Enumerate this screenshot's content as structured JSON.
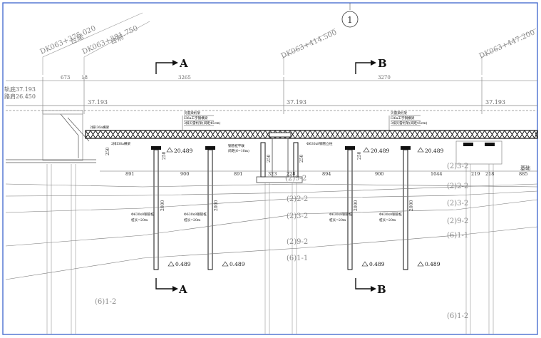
{
  "title_marker": "1",
  "stations": [
    {
      "text": "DK063+375.020"
    },
    {
      "text": "台尾"
    },
    {
      "text": "DK063+381.750"
    },
    {
      "text": "台前"
    },
    {
      "text": "DK063+414.500"
    },
    {
      "text": "DK063+447.200"
    }
  ],
  "sections": {
    "a": "A",
    "b": "B"
  },
  "top_dims": [
    "673",
    "18",
    "3265",
    "3270"
  ],
  "level_labels": {
    "rail_top": "轨底37.193",
    "design": "路肩26.450"
  },
  "elevations": {
    "e1": "37.193",
    "e2": "37.193",
    "e3": "37.193"
  },
  "pile_top_levels": [
    "20.489",
    "20.489",
    "20.489"
  ],
  "pile_bottom_levels": [
    "0.489",
    "0.489",
    "0.489",
    "0.489"
  ],
  "span_dims": [
    "891",
    "900",
    "891",
    "323",
    "228",
    "894",
    "900",
    "1044",
    "219",
    "218",
    "885"
  ],
  "pile_lengths": [
    "2000",
    "2000",
    "2000",
    "2000"
  ],
  "small_dims": [
    "250",
    "250",
    "250",
    "250",
    "250"
  ],
  "deck_notes": [
    {
      "l1": "贝雷梁桁架",
      "l2": "I36a工字钢横梁",
      "l3": "3排贝雷桁架(间距45cm)"
    },
    {
      "l1": "贝雷梁桁架",
      "l2": "I36a工字钢横梁",
      "l3": "3排贝雷桁架(间距45cm)"
    }
  ],
  "pile_notes": [
    {
      "l1": "Φ630x8钢管桩",
      "l2": "桩长=20m"
    },
    {
      "l1": "Φ630x8钢管桩",
      "l2": "桩长=20m"
    },
    {
      "l1": "Φ630x8钢管桩",
      "l2": "桩长=20m"
    },
    {
      "l1": "Φ630x8钢管桩",
      "l2": "桩长=20m"
    }
  ],
  "joint_note": {
    "l1": "钢管桩平联",
    "l2": "间距(6~10m)"
  },
  "misc_notes": [
    "2排I36a横梁",
    "2排I36a横梁",
    "Φ630x8钢管立柱"
  ],
  "soil_layers": [
    "(2)9-2",
    "(2)2-2",
    "(2)3-2",
    "(2)9-2",
    "(6)1-1",
    "(6)1-2",
    "(2)3-2",
    "(2)2-2",
    "(2)3-2",
    "(2)9-2",
    "(6)1-1",
    "(6)1-2"
  ],
  "right_cut_label": "基础"
}
